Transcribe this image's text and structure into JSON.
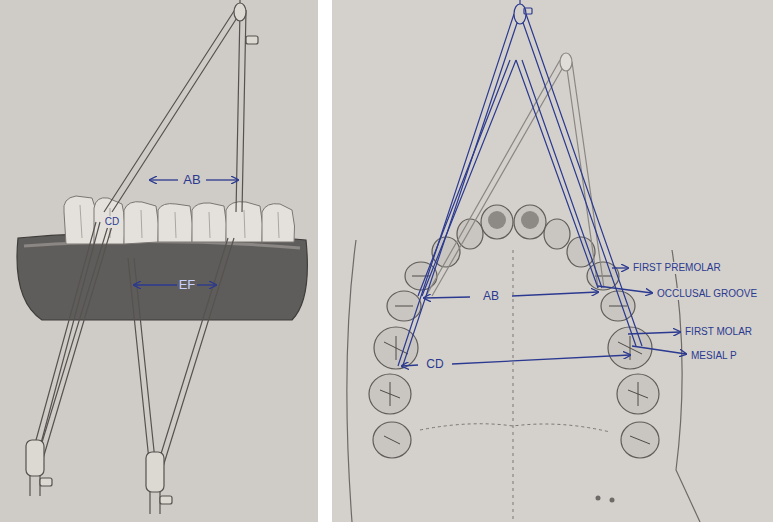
{
  "diagram": {
    "labels": [
      "AB",
      "CD",
      "EF",
      "AB",
      "CD",
      "FIRST PREMOLAR",
      "OCCLUSAL GROOVE",
      "FIRST MOLAR",
      "MESIAL P"
    ]
  }
}
